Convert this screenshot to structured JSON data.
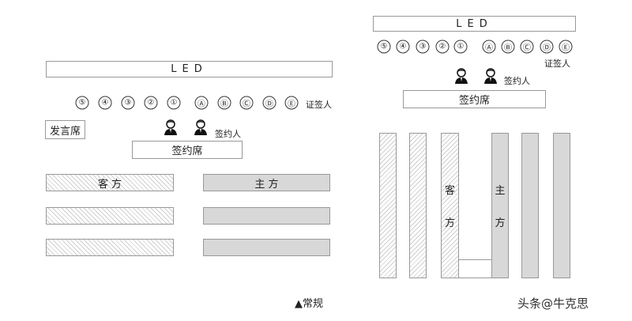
{
  "regular": {
    "led": "LED",
    "numbers": [
      "⑤",
      "④",
      "③",
      "②",
      "①"
    ],
    "letters": [
      "Ⓐ",
      "Ⓑ",
      "Ⓒ",
      "Ⓓ",
      "Ⓔ"
    ],
    "witness_label": "证签人",
    "podium": "发言席",
    "signer_label": "签约人",
    "signing_table": "签约席",
    "guest": "客 方",
    "host": "主 方",
    "caption": "▲常规"
  },
  "deep": {
    "led": "LED",
    "numbers": [
      "⑤",
      "④",
      "③",
      "②",
      "①"
    ],
    "letters": [
      "Ⓐ",
      "Ⓑ",
      "Ⓒ",
      "Ⓓ",
      "Ⓔ"
    ],
    "witness_label": "证签人",
    "signer_label": "签约人",
    "signing_table": "签约席",
    "guest": [
      "客",
      "方"
    ],
    "host": [
      "主",
      "方"
    ]
  },
  "watermark": "头条@牛克思"
}
